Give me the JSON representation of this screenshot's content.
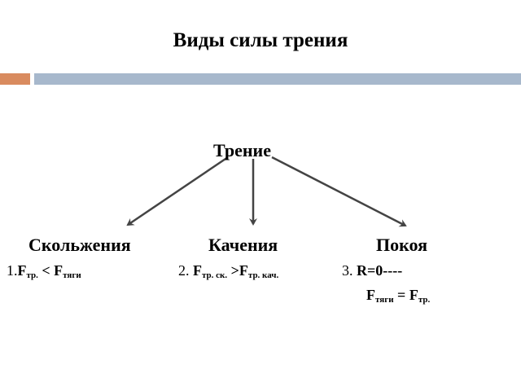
{
  "title": "Виды силы трения",
  "colors": {
    "accent_orange": "#d98b5f",
    "accent_blue": "#a7b8cc",
    "arrow": "#333333"
  },
  "diagram": {
    "root": "Трение",
    "branches": [
      {
        "label": "Скольжения"
      },
      {
        "label": "Качения"
      },
      {
        "label": "Покоя"
      }
    ]
  },
  "formulas": {
    "f1": {
      "num": "1.",
      "a": "F",
      "a_sub": "тр.",
      "op": "<",
      "b": "F",
      "b_sub": "тяги"
    },
    "f2": {
      "num": "2.",
      "a": "F",
      "a_sub": "тр. ск.",
      "op": ">",
      "b": "F",
      "b_sub": "тр. кач."
    },
    "f3": {
      "num": "3.",
      "text": "R=0----",
      "a": "F",
      "a_sub": "тяги",
      "op": "=",
      "b": "F",
      "b_sub": "тр."
    }
  }
}
